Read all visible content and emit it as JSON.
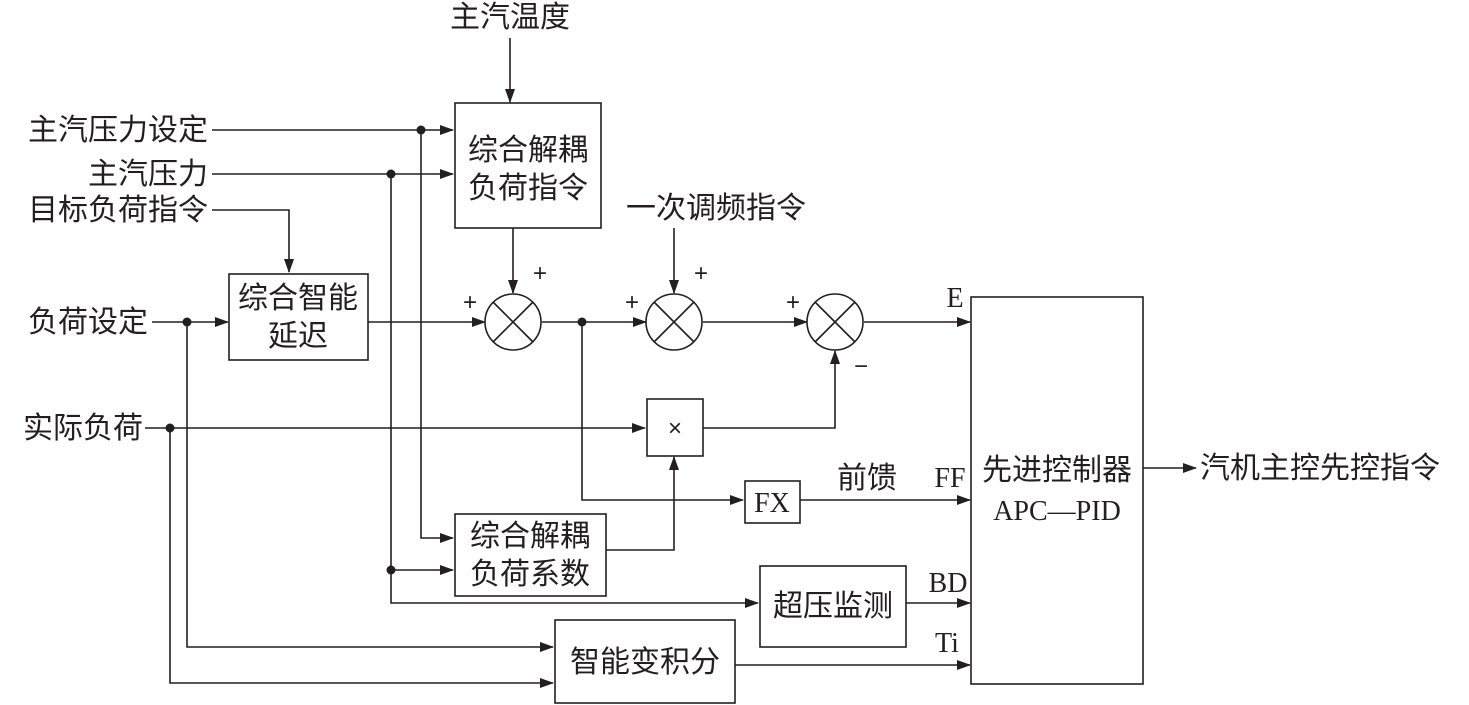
{
  "inputs": {
    "main_steam_temp": "主汽温度",
    "main_steam_pressure_setpoint": "主汽压力设定",
    "main_steam_pressure": "主汽压力",
    "target_load_command": "目标负荷指令",
    "load_setpoint": "负荷设定",
    "actual_load": "实际负荷",
    "primary_frequency_command": "一次调频指令"
  },
  "blocks": {
    "decoupled_load_command": [
      "综合解耦",
      "负荷指令"
    ],
    "smart_delay": [
      "综合智能",
      "延迟"
    ],
    "multiplier": "×",
    "fx": "FX",
    "decoupled_load_coefficient": [
      "综合解耦",
      "负荷系数"
    ],
    "overpressure_monitor": "超压监测",
    "smart_variable_integral": "智能变积分",
    "controller": [
      "先进控制器",
      "APC—PID"
    ]
  },
  "signs": {
    "sum1_top": "+",
    "sum1_left": "+",
    "sum2_top": "+",
    "sum2_left": "+",
    "sum3_left": "+",
    "sum3_bottom": "−"
  },
  "signals": {
    "e": "E",
    "ff": "FF",
    "feedforward": "前馈",
    "bd": "BD",
    "ti": "Ti"
  },
  "output": "汽机主控先控指令"
}
